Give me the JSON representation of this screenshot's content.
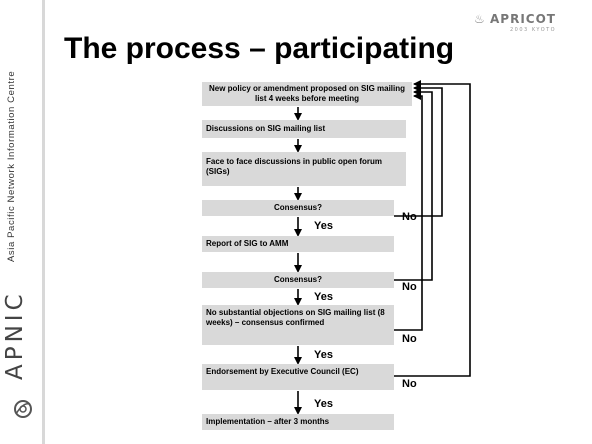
{
  "slide": {
    "title": "The process – participating",
    "sidebar": {
      "caption": "Asia Pacific Network Information Centre",
      "brand": "APNIC"
    },
    "conference_logo": {
      "name": "APRICOT",
      "subtitle": "2003 KYOTO"
    }
  },
  "flow": {
    "steps": [
      "New policy or amendment proposed on SIG mailing list 4 weeks before meeting",
      "Discussions on SIG mailing list",
      "Face to face discussions in public open forum (SIGs)",
      "Consensus?",
      "Report of SIG to AMM",
      "Consensus?",
      "No substantial objections on SIG mailing list (8 weeks) – consensus confirmed",
      "Endorsement by Executive Council (EC)",
      "Implementation – after 3 months"
    ],
    "yes_label": "Yes",
    "no_label": "No"
  }
}
